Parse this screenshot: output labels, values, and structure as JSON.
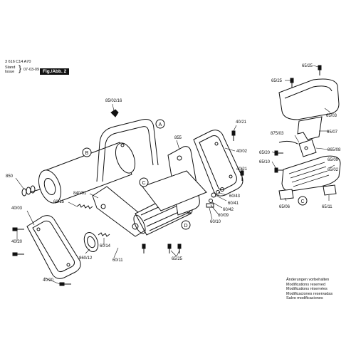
{
  "header": {
    "doc_number": "3 616 C14 A70",
    "stand_label": "Stand",
    "issue_label": "Issue",
    "date": "07-03-09",
    "fig_label": "Fig./Abb. 2"
  },
  "callouts": {
    "A": "A",
    "B": "B",
    "C": "C",
    "D": "D"
  },
  "parts": [
    {
      "id": "p1",
      "label": "85/02/16"
    },
    {
      "id": "p2",
      "label": "855"
    },
    {
      "id": "p3",
      "label": "40/21"
    },
    {
      "id": "p4",
      "label": "40/02"
    },
    {
      "id": "p5",
      "label": "40/21"
    },
    {
      "id": "p6",
      "label": "850"
    },
    {
      "id": "p7",
      "label": "840/01"
    },
    {
      "id": "p8",
      "label": "60/15"
    },
    {
      "id": "p9",
      "label": "40/03"
    },
    {
      "id": "p10",
      "label": "60/43"
    },
    {
      "id": "p11",
      "label": "60/41"
    },
    {
      "id": "p12",
      "label": "60/42"
    },
    {
      "id": "p13",
      "label": "60/09"
    },
    {
      "id": "p14",
      "label": "60/10"
    },
    {
      "id": "p15",
      "label": "40/20"
    },
    {
      "id": "p16",
      "label": "60/14"
    },
    {
      "id": "p17",
      "label": "860/12"
    },
    {
      "id": "p18",
      "label": "60/11"
    },
    {
      "id": "p19",
      "label": "65/25"
    },
    {
      "id": "p20",
      "label": "40/20"
    },
    {
      "id": "p21",
      "label": "65/25"
    },
    {
      "id": "p22",
      "label": "65/25"
    },
    {
      "id": "p23",
      "label": "65/03"
    },
    {
      "id": "p24",
      "label": "875/03"
    },
    {
      "id": "p25",
      "label": "65/07"
    },
    {
      "id": "p26",
      "label": "65/20"
    },
    {
      "id": "p27",
      "label": "865/08"
    },
    {
      "id": "p28",
      "label": "65/10"
    },
    {
      "id": "p29",
      "label": "65/09"
    },
    {
      "id": "p30",
      "label": "65/02"
    },
    {
      "id": "p31",
      "label": "65/06"
    },
    {
      "id": "p32",
      "label": "65/11"
    }
  ],
  "notes": [
    "Änderungen vorbehalten",
    "Modifications reserved",
    "Modifications réservées",
    "Modificaciones reservadas",
    "Salvo modificaciones"
  ]
}
